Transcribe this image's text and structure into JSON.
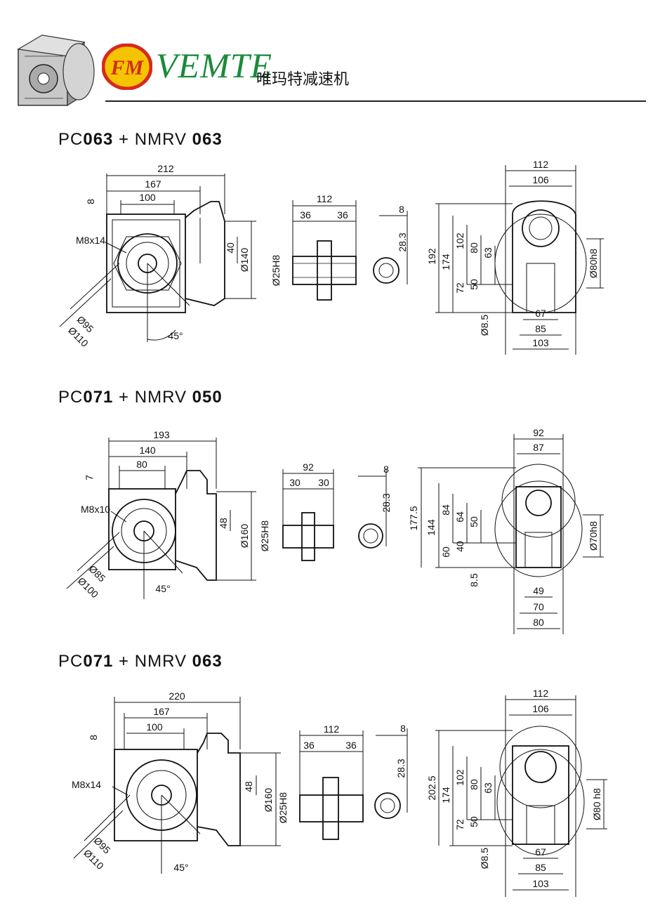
{
  "brand": {
    "name": "VEMTE",
    "cn_name": "唯玛特减速机",
    "logo_text": "FM",
    "green": "#1a8a3a",
    "red": "#d62a1f",
    "yellow": "#f4c400"
  },
  "sections": [
    {
      "title_pre": "PC",
      "title_num1": "063",
      "title_mid": " + NMRV ",
      "title_num2": "063",
      "side": {
        "d212": "212",
        "d167": "167",
        "d100": "100",
        "d8": "8",
        "m8": "M8x14",
        "d40": "40",
        "d140": "Ø140",
        "d95": "Ø95",
        "d110": "Ø110",
        "angle": "45°"
      },
      "shaft": {
        "d112": "112",
        "d36a": "36",
        "d36b": "36",
        "bore": "Ø25H8"
      },
      "key": {
        "d8": "8",
        "d283": "28.3"
      },
      "front": {
        "d112": "112",
        "d106": "106",
        "d192": "192",
        "d174": "174",
        "d102": "102",
        "d80": "80",
        "d63": "63",
        "d50": "50",
        "d72": "72",
        "d85h": "Ø8.5",
        "d67": "67",
        "d85": "85",
        "d103": "103",
        "flange": "Ø80h8"
      }
    },
    {
      "title_pre": "PC",
      "title_num1": "071",
      "title_mid": " + NMRV ",
      "title_num2": "050",
      "side": {
        "d212": "193",
        "d167": "140",
        "d100": "80",
        "d8": "7",
        "m8": "M8x10",
        "d40": "48",
        "d140": "Ø160",
        "d95": "Ø85",
        "d110": "Ø100",
        "angle": "45°"
      },
      "shaft": {
        "d112": "92",
        "d36a": "30",
        "d36b": "30",
        "bore": "Ø25H8"
      },
      "key": {
        "d8": "8",
        "d283": "28.3"
      },
      "front": {
        "d112": "92",
        "d106": "87",
        "d192": "177.5",
        "d174": "144",
        "d102": "84",
        "d80": "64",
        "d63": "50",
        "d50": "40",
        "d72": "60",
        "d85h": "8.5",
        "d67": "49",
        "d85": "70",
        "d103": "80",
        "flange": "Ø70h8"
      }
    },
    {
      "title_pre": "PC",
      "title_num1": "071",
      "title_mid": " + NMRV ",
      "title_num2": "063",
      "side": {
        "d212": "220",
        "d167": "167",
        "d100": "100",
        "d8": "8",
        "m8": "M8x14",
        "d40": "48",
        "d140": "Ø160",
        "d95": "Ø95",
        "d110": "Ø110",
        "angle": "45°"
      },
      "shaft": {
        "d112": "112",
        "d36a": "36",
        "d36b": "36",
        "bore": "Ø25H8"
      },
      "key": {
        "d8": "8",
        "d283": "28.3"
      },
      "front": {
        "d112": "112",
        "d106": "106",
        "d192": "202.5",
        "d174": "174",
        "d102": "102",
        "d80": "80",
        "d63": "63",
        "d50": "50",
        "d72": "72",
        "d85h": "Ø8.5",
        "d67": "67",
        "d85": "85",
        "d103": "103",
        "flange": "Ø80 h8"
      }
    }
  ]
}
